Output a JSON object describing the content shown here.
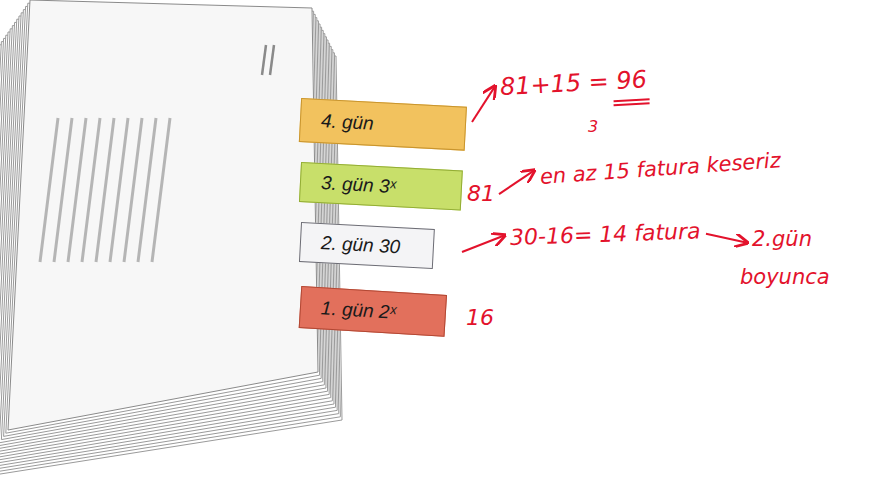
{
  "diagram": {
    "nodes": [
      {
        "text": [
          "4. gün"
        ]
      },
      {
        "text": [
          "3. gün 3ˣ"
        ]
      },
      {
        "text": [
          "2. gün 30"
        ]
      },
      {
        "text": [
          "1. gün 2ˣ"
        ]
      }
    ],
    "labels": [
      "81+15 = 96",
      "3",
      "en az 15 fatura keseriz",
      "81",
      "30-16= 14 fatura",
      "2.gün",
      "boyunca",
      "16"
    ]
  }
}
